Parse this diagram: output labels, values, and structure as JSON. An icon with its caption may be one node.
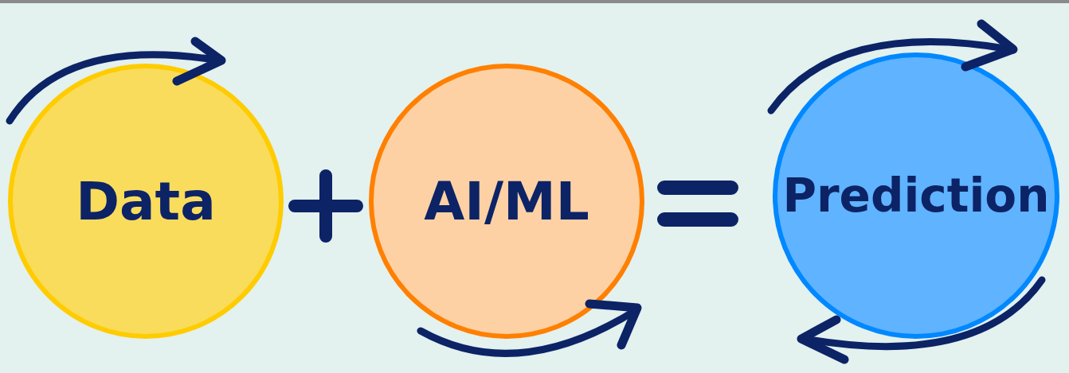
{
  "diagram": {
    "nodes": [
      {
        "text": [
          "Data"
        ]
      },
      {
        "text": [
          "AI/ML"
        ]
      },
      {
        "text": [
          "Prediction"
        ]
      }
    ]
  }
}
